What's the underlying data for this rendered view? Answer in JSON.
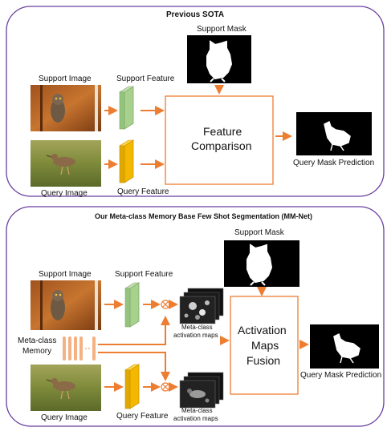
{
  "top": {
    "title": "Previous SOTA",
    "support_mask": "Support Mask",
    "support_image": "Support Image",
    "support_feature": "Support Feature",
    "feature_comparison": [
      "Feature",
      "Comparison"
    ],
    "query_image": "Query Image",
    "query_feature": "Query Feature",
    "query_mask_prediction": "Query Mask Prediction"
  },
  "bottom": {
    "title": "Our Meta-class Memory Base Few Shot Segmentation (MM-Net)",
    "support_mask": "Support Mask",
    "support_image": "Support Image",
    "support_feature": "Support Feature",
    "meta_class_memory": [
      "Meta-class",
      "Memory"
    ],
    "activation_maps_top": [
      "Meta-class",
      "activation maps"
    ],
    "activation_maps_bottom": [
      "Meta-class",
      "activation maps"
    ],
    "fusion": [
      "Activation",
      "Maps",
      "Fusion"
    ],
    "query_image": "Query Image",
    "query_feature": "Query Feature",
    "query_mask_prediction": "Query Mask Prediction"
  },
  "colors": {
    "panel_border": "#6b3fa0",
    "arrow": "#ed7d31",
    "support_feature": "#a9d18e",
    "query_feature": "#f5b800",
    "box_border": "#ed7d31"
  }
}
